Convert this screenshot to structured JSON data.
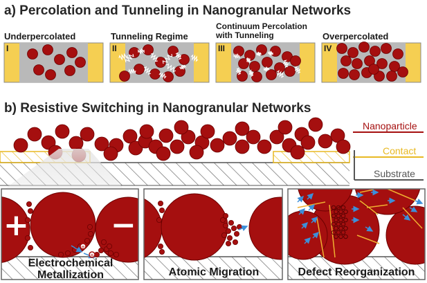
{
  "panel_a": {
    "heading": "a) Percolation and Tunneling in Nanogranular Networks",
    "panels": [
      {
        "roman": "I",
        "label": "Underpercolated"
      },
      {
        "roman": "II",
        "label": "Tunneling Regime"
      },
      {
        "roman": "III",
        "label": "Continuum Percolation\nwith Tunneling"
      },
      {
        "roman": "IV",
        "label": "Overpercolated"
      }
    ]
  },
  "panel_b": {
    "heading": "b) Resistive Switching in Nanogranular Networks",
    "legend": {
      "nanoparticle": "Nanoparticle",
      "contact": "Contact",
      "substrate": "Substrate"
    },
    "mechanisms": [
      {
        "caption": "Electrochemical\nMetallization",
        "plus": "+",
        "minus": "−"
      },
      {
        "caption": "Atomic Migration"
      },
      {
        "caption": "Defect Reorganization"
      }
    ]
  },
  "colors": {
    "particle": "#a50f0f",
    "particle_edge": "#6b0000",
    "contact": "#f5cf52",
    "gap": "#b9b9b9",
    "arrow": "#3d8fd9",
    "legend_particle": "#a50f0f",
    "legend_contact": "#e8b923",
    "legend_substrate": "#555555"
  }
}
